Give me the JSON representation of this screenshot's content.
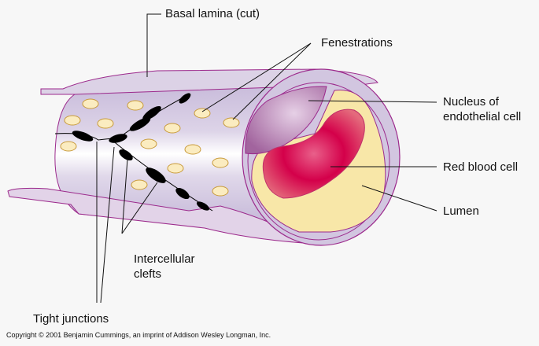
{
  "labels": {
    "basal_lamina": "Basal lamina (cut)",
    "fenestrations": "Fenestrations",
    "nucleus_line1": "Nucleus of",
    "nucleus_line2": "endothelial cell",
    "red_blood_cell": "Red blood cell",
    "lumen": "Lumen",
    "intercellular_line1": "Intercellular",
    "intercellular_line2": "clefts",
    "tight_junctions": "Tight junctions"
  },
  "copyright": "Copyright © 2001 Benjamin Cummings, an imprint of Addison Wesley Longman, Inc.",
  "colors": {
    "tube": "#d2c6e0",
    "outline": "#9c2a8c",
    "fenestration": "#fbecc0",
    "lumen": "#f8e7a8",
    "rbc": "#d4004a",
    "nucleus": "#b07aae",
    "junction": "#000000"
  }
}
